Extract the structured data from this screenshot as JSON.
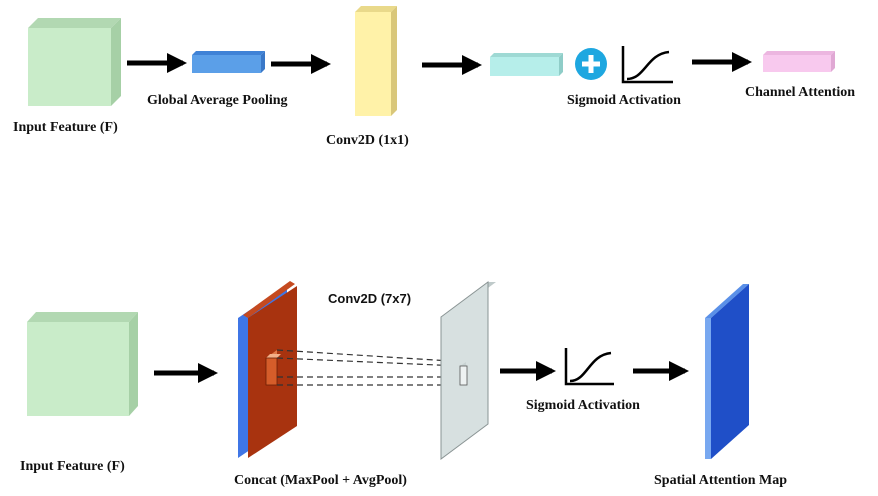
{
  "channel_attention": {
    "input_label": "Input Feature (F)",
    "gap_label": "Global Average Pooling",
    "conv_label": "Conv2D (1x1)",
    "sigmoid_label": "Sigmoid Activation",
    "output_label": "Channel Attention"
  },
  "spatial_attention": {
    "input_label": "Input Feature (F)",
    "concat_label": "Concat (MaxPool + AvgPool)",
    "conv_label": "Conv2D (7x7)",
    "sigmoid_label": "Sigmoid Activation",
    "output_label": "Spatial Attention Map"
  },
  "colors": {
    "input_cube": "#c9ecc9",
    "gap_block": "#5b9fe8",
    "conv1x1_block": "#fff2a8",
    "fc_block": "#b6eeea",
    "plus_circle": "#1ea7e0",
    "channel_output": "#f8c9ee",
    "concat_max": "#a8330f",
    "concat_avg": "#3f76e6",
    "conv7x7_plate": "#d7e0e0",
    "spatial_output": "#1f4fc8",
    "arrow": "#000000"
  },
  "icons": [
    "arrow-right-icon",
    "plus-icon",
    "sigmoid-icon"
  ]
}
